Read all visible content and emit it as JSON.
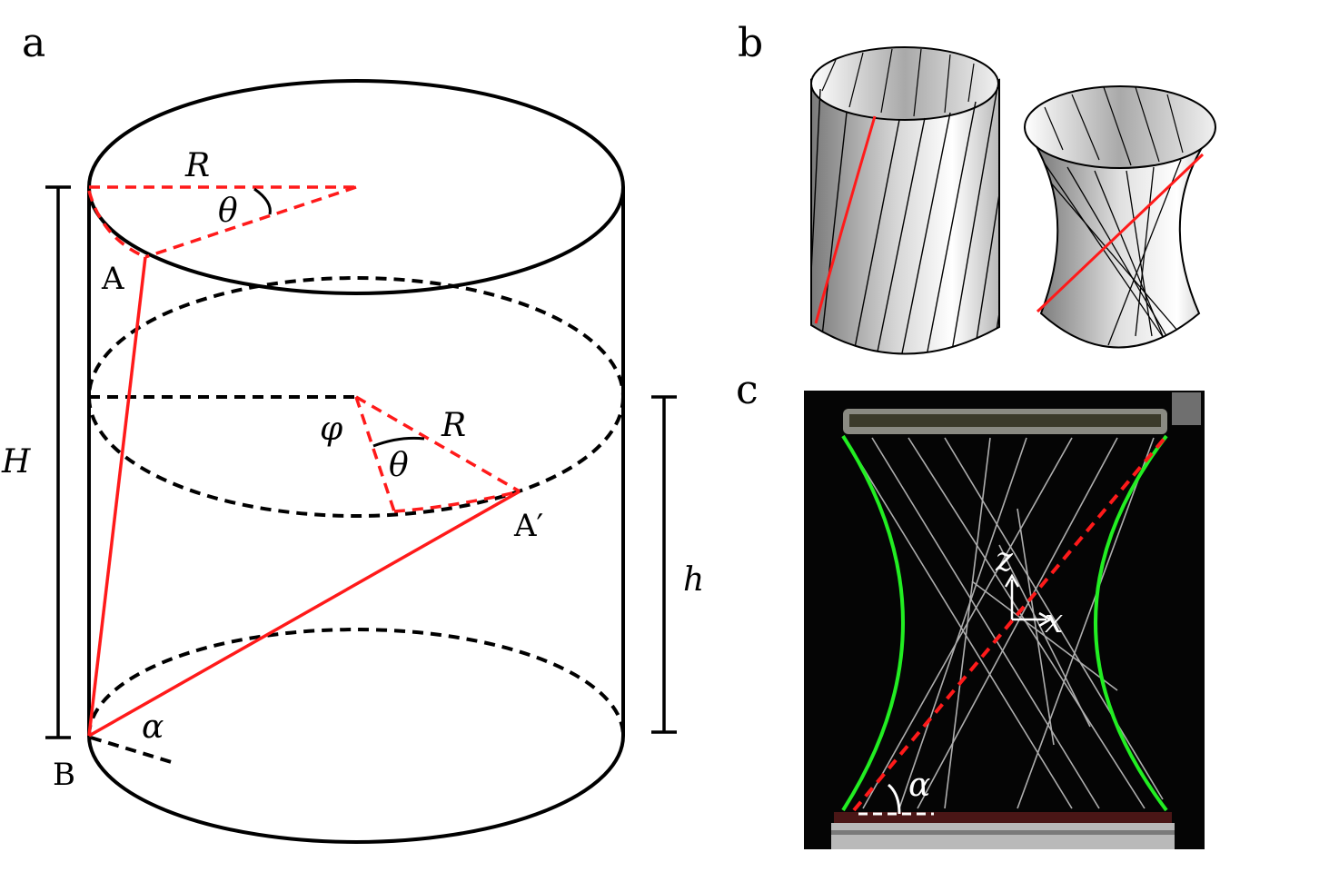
{
  "panels": {
    "a": {
      "label": "a",
      "symbols": {
        "R_top": "R",
        "theta_top": "θ",
        "A": "A",
        "H": "H",
        "phi": "φ",
        "R_mid": "R",
        "theta_mid": "θ",
        "A_prime": "A′",
        "h": "h",
        "alpha": "α",
        "B": "B"
      }
    },
    "b": {
      "label": "b"
    },
    "c": {
      "label": "c",
      "symbols": {
        "z": "z",
        "x": "x",
        "alpha": "α"
      }
    }
  },
  "colors": {
    "line": "#000000",
    "highlight_red": "#ff1a1a",
    "profile_green": "#22ee22",
    "photo_bg": "#050505"
  }
}
